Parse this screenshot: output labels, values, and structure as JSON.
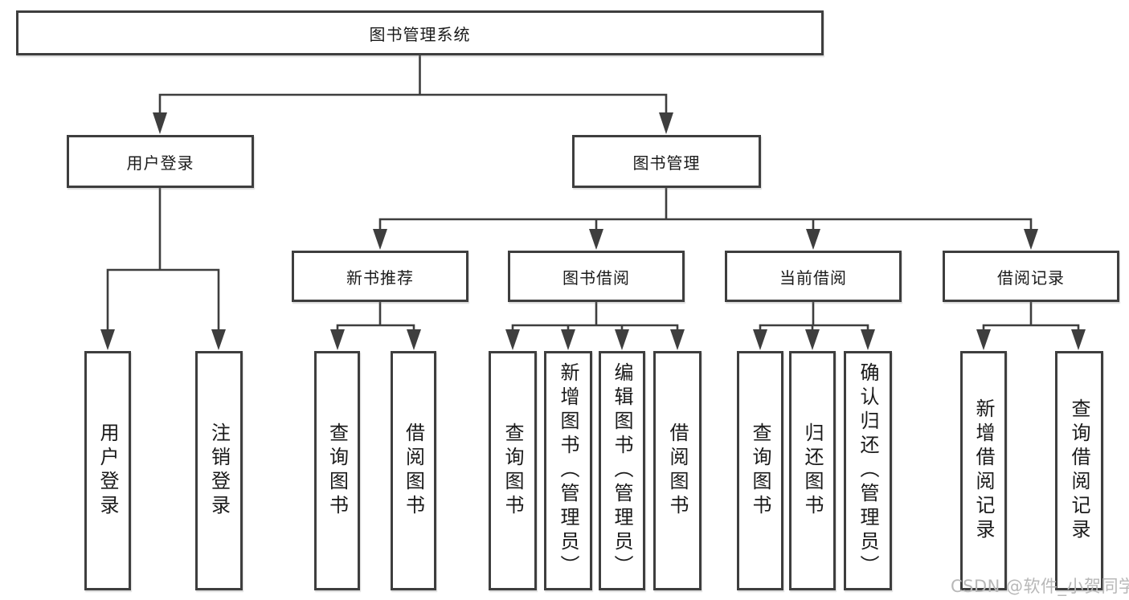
{
  "colors": {
    "background": "#ffffff",
    "line": "#3e3e3e",
    "box_border": "#3e3e3e",
    "text": "#1a1a1a",
    "watermark": "#b8b8b8"
  },
  "nodes": {
    "root": "图书管理系统",
    "user_login": "用户登录",
    "book_mgmt": "图书管理",
    "new_books": "新书推荐",
    "book_borrow": "图书借阅",
    "current_borrow": "当前借阅",
    "borrow_records": "借阅记录",
    "leaf_user_login": "用户登录",
    "leaf_logout": "注销登录",
    "leaf_nb_query": "查询图书",
    "leaf_nb_borrow": "借阅图书",
    "leaf_bb_query": "查询图书",
    "leaf_bb_add": "新增图书（管理员）",
    "leaf_bb_edit": "编辑图书（管理员）",
    "leaf_bb_borrow": "借阅图书",
    "leaf_cb_query": "查询图书",
    "leaf_cb_return": "归还图书",
    "leaf_cb_confirm": "确认归还（管理员）",
    "leaf_br_add": "新增借阅记录",
    "leaf_br_query": "查询借阅记录"
  },
  "watermark": {
    "text": "CSDN @软件_小贺同学"
  }
}
